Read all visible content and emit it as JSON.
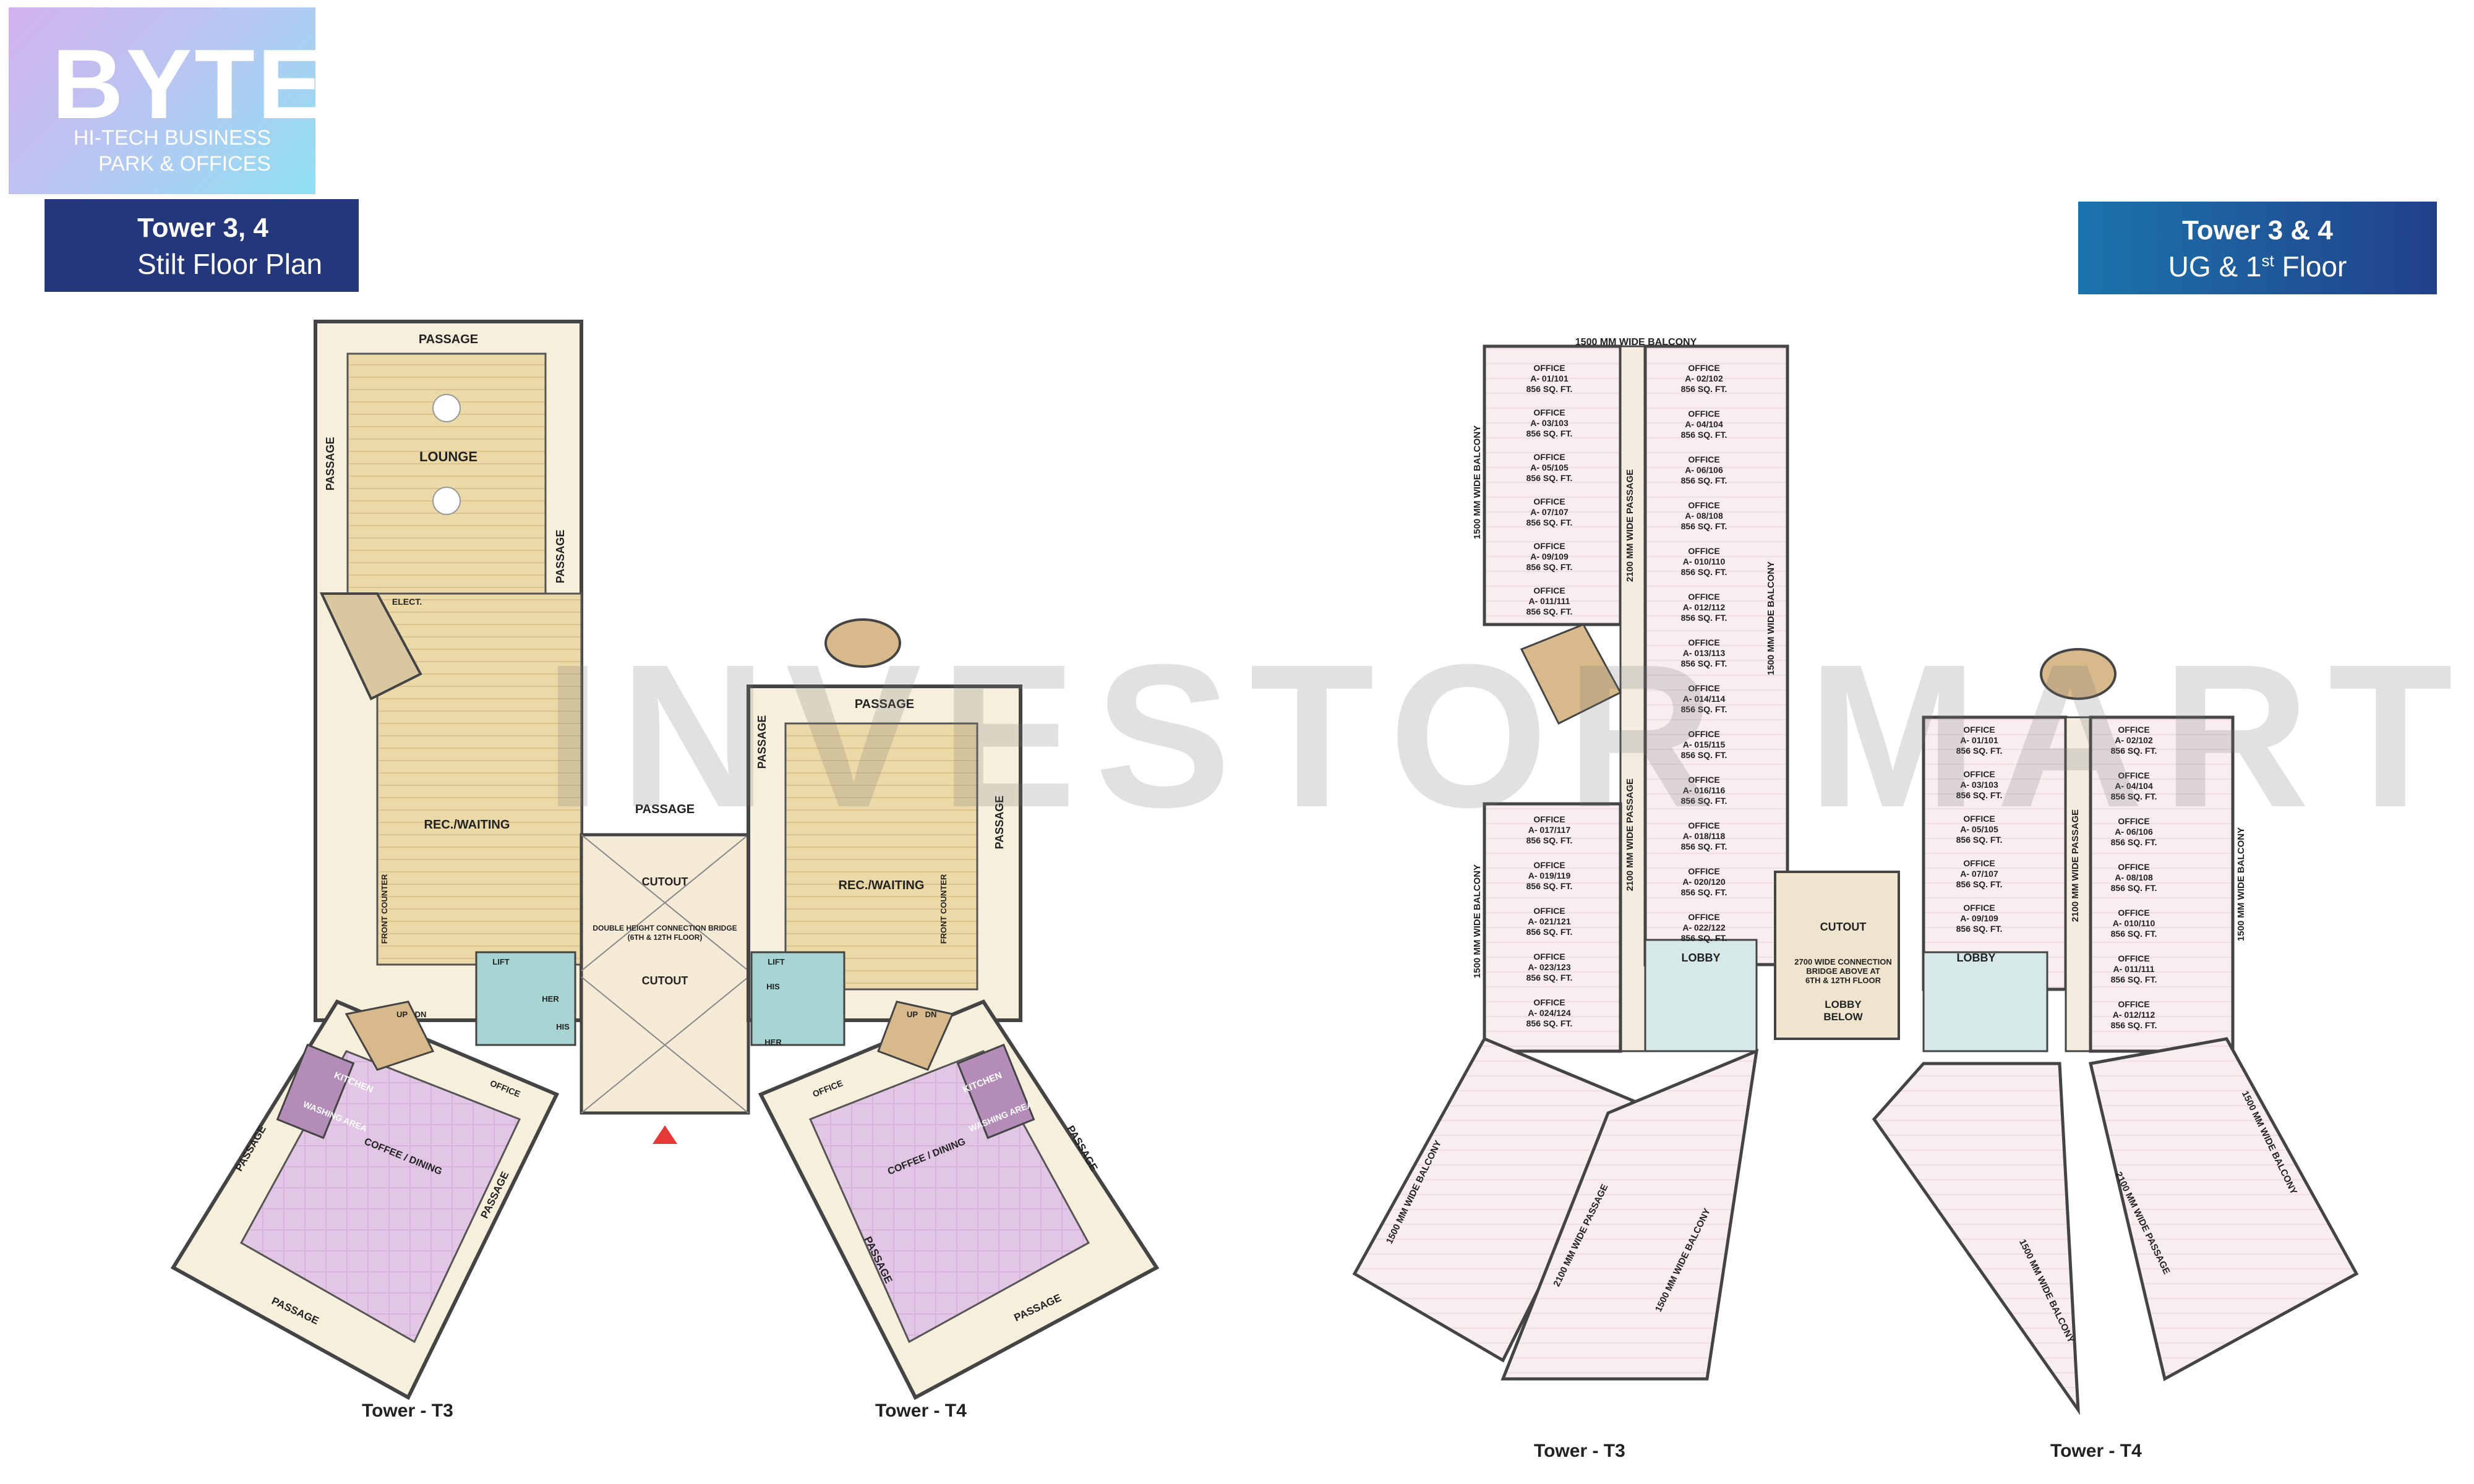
{
  "logo": {
    "name": "BYTE",
    "line1": "HI-TECH BUSINESS",
    "line2": "PARK & OFFICES"
  },
  "left_header": {
    "title": "Tower 3, 4",
    "subtitle": "Stilt Floor Plan"
  },
  "right_header": {
    "title": "Tower 3 & 4",
    "subtitle_pre": "UG & 1",
    "subtitle_sup": "st",
    "subtitle_post": " Floor"
  },
  "watermark": "INVESTOR MART",
  "stilt": {
    "passage": "PASSAGE",
    "lounge": "LOUNGE",
    "elect": "ELECT.",
    "rec_waiting": "REC./WAITING",
    "front_counter": "FRONT COUNTER",
    "cutout": "CUTOUT",
    "bridge_line1": "DOUBLE HEIGHT CONNECTION BRIDGE",
    "bridge_line2": "(6TH & 12TH FLOOR)",
    "lift": "LIFT",
    "his": "HIS",
    "her": "HER",
    "kitchen": "KITCHEN",
    "washing_area": "WASHING AREA",
    "coffee_dining": "COFFEE / DINING",
    "office": "OFFICE",
    "up": "UP",
    "dn": "DN"
  },
  "upper": {
    "balcony_1500": "1500 MM WIDE BALCONY",
    "passage_2100": "2100 MM WIDE PASSAGE",
    "office_word": "OFFICE",
    "area": "856 SQ. FT.",
    "lobby": "LOBBY",
    "cutout": "CUTOUT",
    "bridge_line1": "2700 WIDE CONNECTION",
    "bridge_line2": "BRIDGE ABOVE AT",
    "bridge_line3": "6TH & 12TH FLOOR",
    "lobby_below_1": "LOBBY",
    "lobby_below_2": "BELOW",
    "t3_left_units": [
      "A- 01/101",
      "A- 03/103",
      "A- 05/105",
      "A- 07/107",
      "A- 09/109",
      "A- 011/111"
    ],
    "t3_right_units": [
      "A- 02/102",
      "A- 04/104",
      "A- 06/106",
      "A- 08/108",
      "A- 010/110",
      "A- 012/112",
      "A- 013/113",
      "A- 014/114",
      "A- 015/115",
      "A- 016/116",
      "A- 018/118",
      "A- 020/120",
      "A- 022/122"
    ],
    "t3_lower_left_units": [
      "A- 017/117",
      "A- 019/119",
      "A- 021/121",
      "A- 023/123",
      "A- 024/124"
    ],
    "t4_left_units": [
      "A- 01/101",
      "A- 03/103",
      "A- 05/105",
      "A- 07/107",
      "A- 09/109"
    ],
    "t4_right_units": [
      "A- 02/102",
      "A- 04/104",
      "A- 06/106",
      "A- 08/108",
      "A- 010/110",
      "A- 011/111",
      "A- 012/112"
    ]
  },
  "captions": {
    "t3_left": "Tower - T3",
    "t4_left": "Tower - T4",
    "t3_right": "Tower - T3",
    "t4_right": "Tower - T4"
  }
}
